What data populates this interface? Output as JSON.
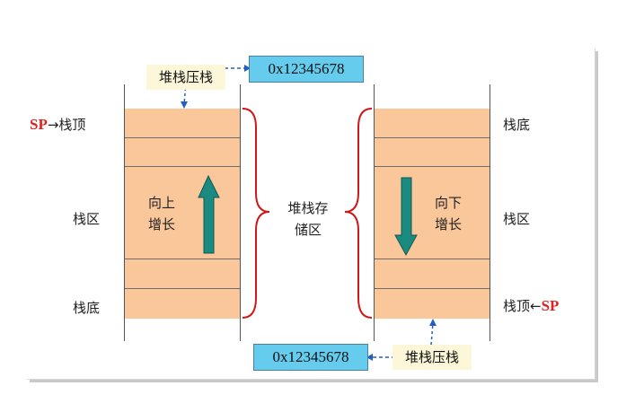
{
  "top_address": "0x12345678",
  "bottom_address": "0x12345678",
  "top_push_label": "堆栈压栈",
  "bottom_push_label": "堆栈压栈",
  "left_stack": {
    "sp": "SP",
    "arrow": "→",
    "top_label": "栈顶",
    "area_label": "栈区",
    "bottom_label": "栈底",
    "growth_line1": "向上",
    "growth_line2": "增长"
  },
  "right_stack": {
    "sp": "SP",
    "arrow": "←",
    "top_label": "栈顶",
    "area_label": "栈区",
    "bottom_label": "栈底",
    "growth_line1": "向下",
    "growth_line2": "增长"
  },
  "center_label_line1": "堆栈存",
  "center_label_line2": "储区",
  "colors": {
    "stack_fill": "#f9c79a",
    "arrow_fill": "#1b8a80",
    "bracket": "#d01818",
    "hex_box": "#66ccee",
    "note_box": "#fbf7d8",
    "sp_text": "#e02020",
    "dashed_connector": "#2060c0"
  },
  "icons": [
    "up-arrow-icon",
    "down-arrow-icon",
    "left-brace-icon",
    "right-brace-icon"
  ]
}
